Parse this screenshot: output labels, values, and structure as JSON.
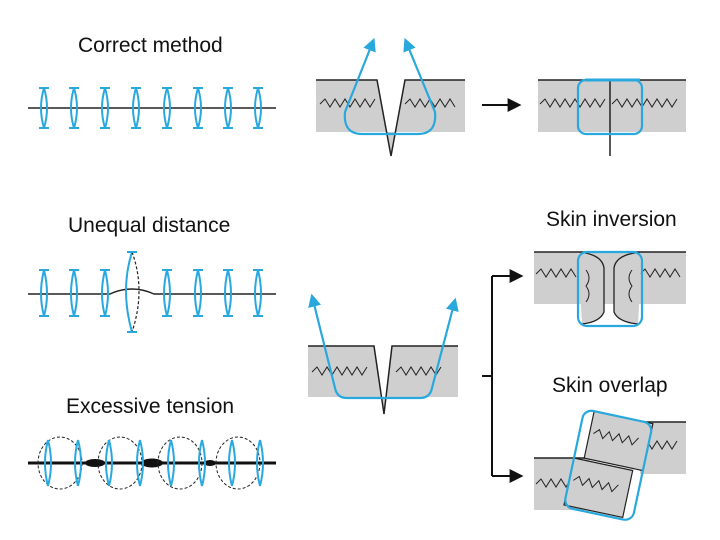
{
  "labels": {
    "correct_method": "Correct method",
    "unequal_distance": "Unequal distance",
    "excessive_tension": "Excessive tension",
    "skin_inversion": "Skin inversion",
    "skin_overlap": "Skin overlap"
  },
  "colors": {
    "suture": "#29a8dd",
    "skin": "#cfcfcf",
    "line": "#222222",
    "background": "#ffffff"
  }
}
